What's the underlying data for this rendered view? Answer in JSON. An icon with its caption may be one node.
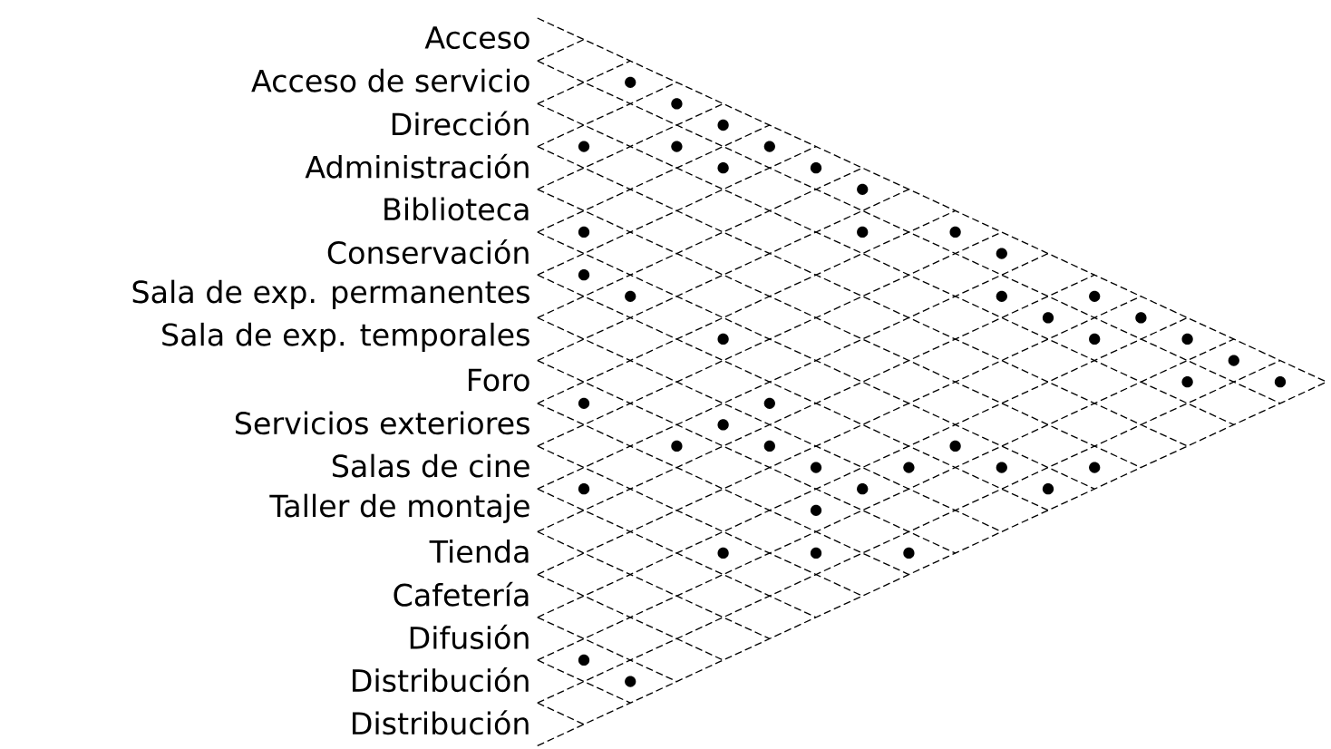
{
  "diagram": {
    "nodes": [
      {
        "text": [
          "Acceso"
        ]
      },
      {
        "text": [
          "Acceso de servicio"
        ]
      },
      {
        "text": [
          "Dirección"
        ]
      },
      {
        "text": [
          "Administración"
        ]
      },
      {
        "text": [
          "Biblioteca"
        ]
      },
      {
        "text": [
          "Conservación"
        ]
      },
      {
        "text": [
          "Sala de exp. permanentes"
        ]
      },
      {
        "text": [
          "Sala de exp. temporales"
        ]
      },
      {
        "text": [
          "Foro"
        ]
      },
      {
        "text": [
          "Servicios exteriores"
        ]
      },
      {
        "text": [
          "Salas de cine"
        ]
      },
      {
        "text": [
          "Taller de montaje"
        ]
      },
      {
        "text": [
          "Tienda"
        ]
      },
      {
        "text": [
          "Cafetería"
        ]
      },
      {
        "text": [
          "Difusión"
        ]
      },
      {
        "text": [
          "Distribución"
        ]
      },
      {
        "text": [
          "Distribución"
        ]
      },
      {
        "text": [],
        "shape": "circle"
      },
      {
        "text": [],
        "shape": "circle"
      },
      {
        "text": [],
        "shape": "circle"
      },
      {
        "text": [],
        "shape": "circle"
      },
      {
        "text": [],
        "shape": "circle"
      },
      {
        "text": [],
        "shape": "circle"
      },
      {
        "text": [],
        "shape": "circle"
      },
      {
        "text": [],
        "shape": "circle"
      },
      {
        "text": [],
        "shape": "circle"
      },
      {
        "text": [],
        "shape": "circle"
      },
      {
        "text": [],
        "shape": "circle"
      },
      {
        "text": [],
        "shape": "circle"
      },
      {
        "text": [],
        "shape": "circle"
      },
      {
        "text": [],
        "shape": "circle"
      },
      {
        "text": [],
        "shape": "circle"
      },
      {
        "text": [],
        "shape": "circle"
      },
      {
        "text": [],
        "shape": "circle"
      },
      {
        "text": [],
        "shape": "circle"
      },
      {
        "text": [],
        "shape": "circle"
      },
      {
        "text": [],
        "shape": "circle"
      },
      {
        "text": [],
        "shape": "circle"
      },
      {
        "text": [],
        "shape": "circle"
      },
      {
        "text": [],
        "shape": "circle"
      },
      {
        "text": [],
        "shape": "circle"
      },
      {
        "text": [],
        "shape": "circle"
      },
      {
        "text": [],
        "shape": "circle"
      },
      {
        "text": [],
        "shape": "circle"
      },
      {
        "text": [],
        "shape": "circle"
      },
      {
        "text": [],
        "shape": "circle"
      },
      {
        "text": [],
        "shape": "circle"
      },
      {
        "text": [],
        "shape": "circle"
      },
      {
        "text": [],
        "shape": "circle"
      },
      {
        "text": [],
        "shape": "circle"
      },
      {
        "text": [],
        "shape": "circle"
      },
      {
        "text": [],
        "shape": "circle"
      },
      {
        "text": [],
        "shape": "circle"
      },
      {
        "text": [],
        "shape": "circle"
      },
      {
        "text": [],
        "shape": "circle"
      },
      {
        "text": [],
        "shape": "circle"
      },
      {
        "text": [],
        "shape": "circle"
      },
      {
        "text": [],
        "shape": "circle"
      },
      {
        "text": [],
        "shape": "circle"
      },
      {
        "text": [],
        "shape": "circle"
      },
      {
        "text": [],
        "shape": "circle"
      }
    ]
  }
}
